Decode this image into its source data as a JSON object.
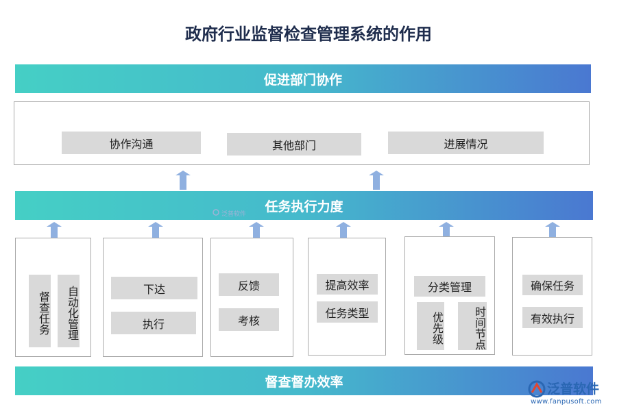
{
  "title": "政府行业监督检查管理系统的作用",
  "top_band": "促进部门协作",
  "top_panel": {
    "items": [
      "协作沟通",
      "其他部门",
      "进展情况"
    ]
  },
  "middle_band": "任务执行力度",
  "bottom_band": "督查督办效率",
  "columns": [
    {
      "vertical": [
        "督查任务",
        "自动化管理"
      ]
    },
    {
      "items": [
        "下达",
        "执行"
      ]
    },
    {
      "items": [
        "反馈",
        "考核"
      ]
    },
    {
      "items": [
        "提高效率",
        "任务类型"
      ]
    },
    {
      "top": "分类管理",
      "vertical": [
        "优先级",
        "时间节点"
      ]
    },
    {
      "items": [
        "确保任务",
        "有效执行"
      ]
    }
  ],
  "watermark": {
    "small": "泛普软件",
    "brand": "泛普软件",
    "url": "www.fanpusoft.com"
  },
  "colors": {
    "band_start": "#45cfc5",
    "band_end": "#4a78d1",
    "arrow": "#8fb0e0",
    "chip": "#d9d9d9"
  }
}
